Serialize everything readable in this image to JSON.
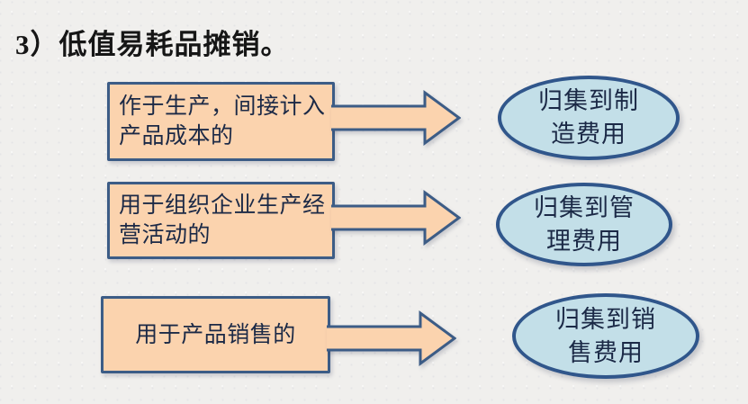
{
  "slide": {
    "title": "3）低值易耗品摊销。",
    "rows": [
      {
        "condition": "作于生产，间接计入产品成本的",
        "result": "归集到制造费用"
      },
      {
        "condition": "用于组织企业生产经营活动的",
        "result": "归集到管理费用"
      },
      {
        "condition": "用于产品销售的",
        "result": "归集到销售费用"
      }
    ],
    "colors": {
      "background": "#f0efed",
      "shape_fill": "#fbd3ae",
      "shape_border": "#3c5c86",
      "ellipse_fill": "#c3dfe8",
      "ellipse_border": "#30568b",
      "text": "#1b2946",
      "title_text": "#161616"
    }
  }
}
